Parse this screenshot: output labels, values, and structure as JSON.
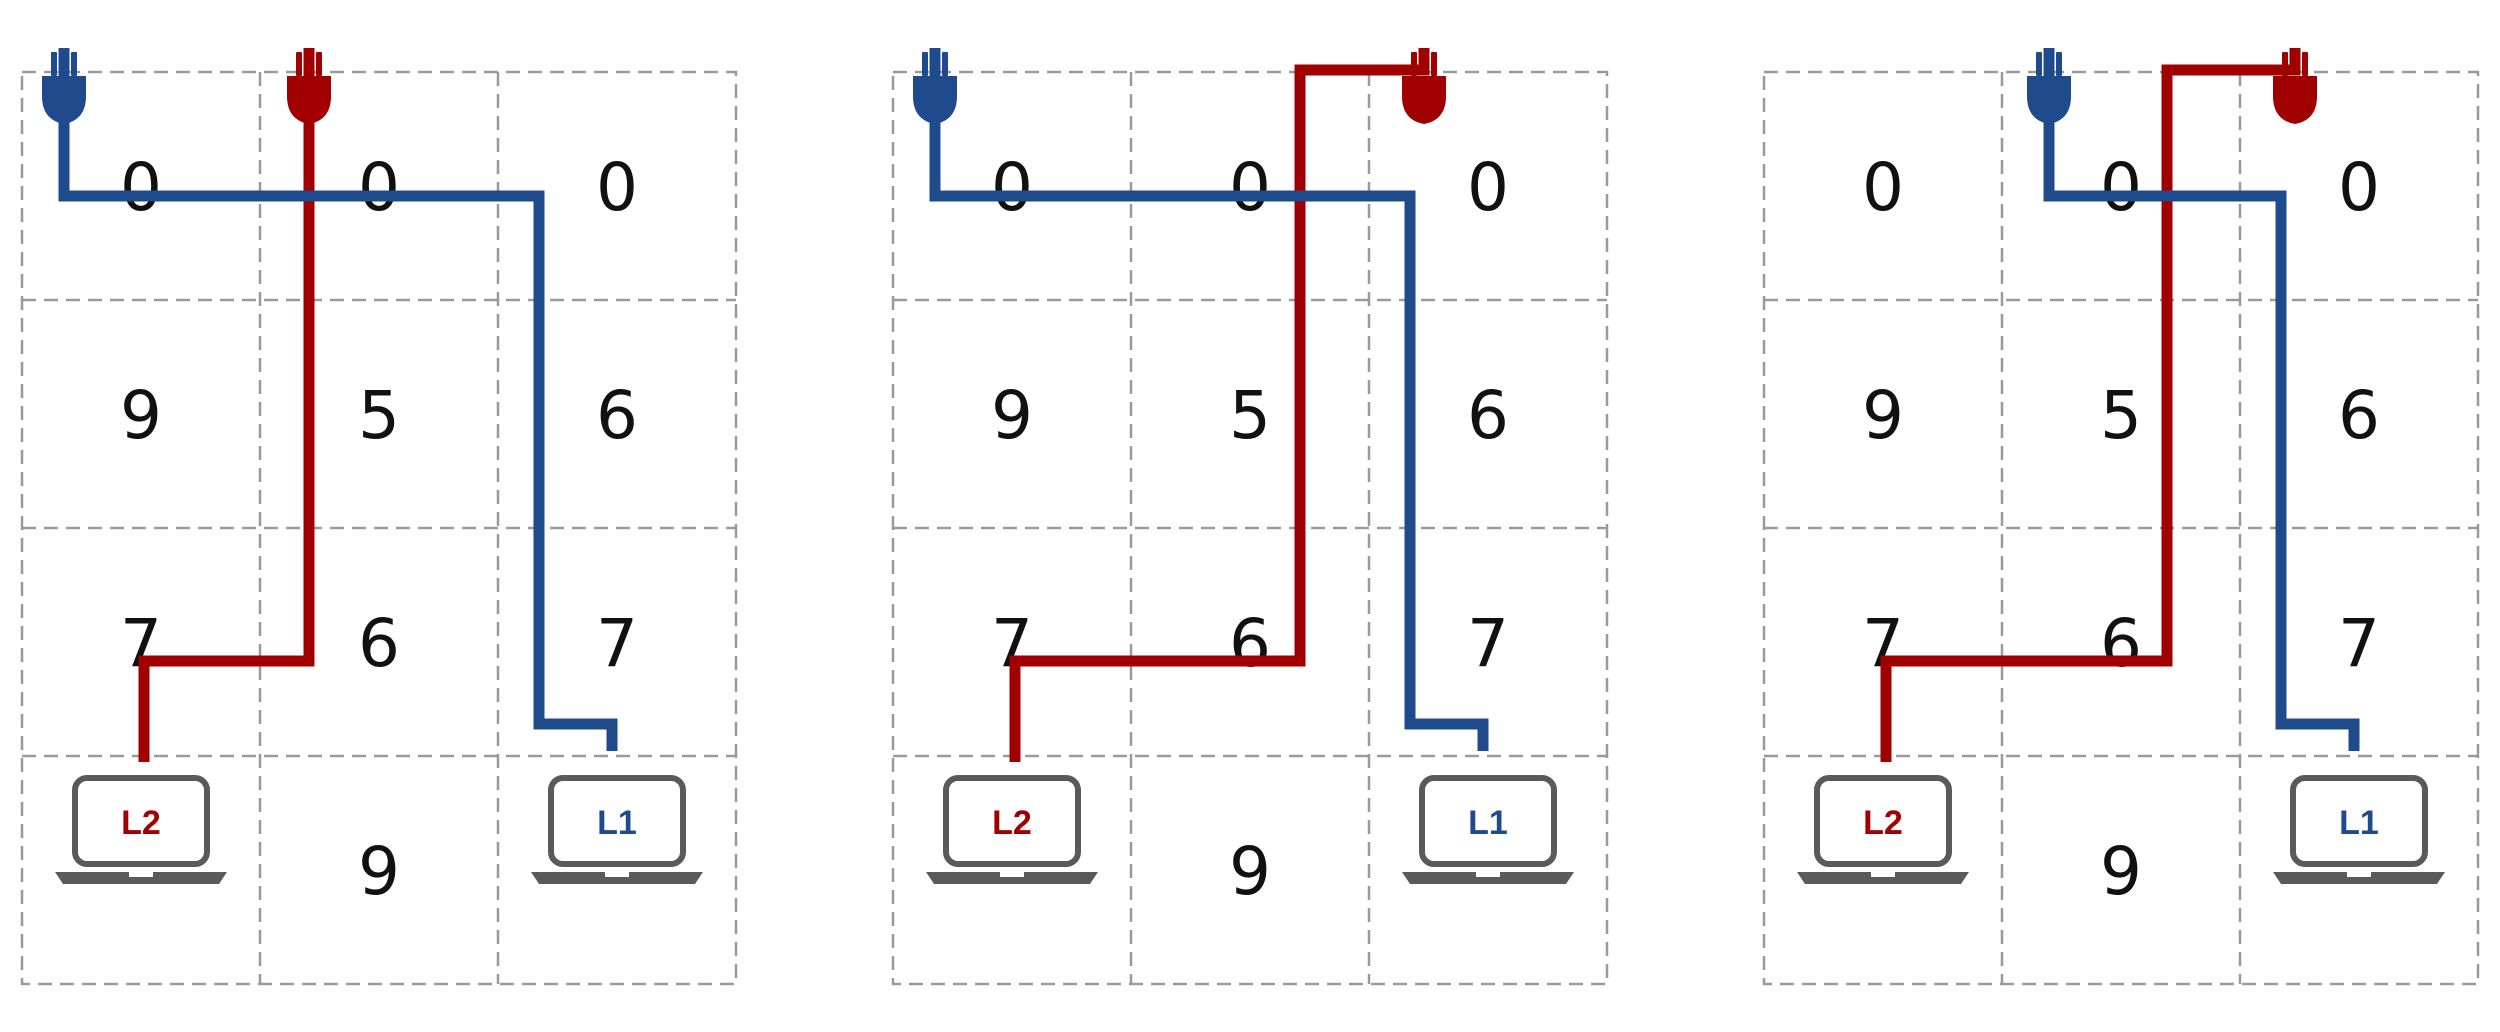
{
  "colors": {
    "blue": "#1f4a8c",
    "red": "#a00000",
    "grid": "#9a9a9a",
    "laptop": "#5a5a5a"
  },
  "panels": [
    {
      "grid": [
        [
          "0",
          "0",
          "0"
        ],
        [
          "9",
          "5",
          "6"
        ],
        [
          "7",
          "6",
          "7"
        ],
        [
          "",
          "9",
          ""
        ]
      ],
      "laptops": [
        {
          "label": "L2",
          "color": "red",
          "col": 0
        },
        {
          "label": "L1",
          "color": "blue",
          "col": 2
        }
      ],
      "plugs": [
        {
          "name": "blue-plug",
          "color": "blue",
          "col": 0
        },
        {
          "name": "red-plug",
          "color": "red",
          "col": 1
        }
      ]
    },
    {
      "grid": [
        [
          "0",
          "0",
          "0"
        ],
        [
          "9",
          "5",
          "6"
        ],
        [
          "7",
          "6",
          "7"
        ],
        [
          "",
          "9",
          ""
        ]
      ],
      "laptops": [
        {
          "label": "L2",
          "color": "red",
          "col": 0
        },
        {
          "label": "L1",
          "color": "blue",
          "col": 2
        }
      ],
      "plugs": [
        {
          "name": "blue-plug",
          "color": "blue",
          "col": 0
        },
        {
          "name": "red-plug",
          "color": "red",
          "col": 2
        }
      ]
    },
    {
      "grid": [
        [
          "0",
          "0",
          "0"
        ],
        [
          "9",
          "5",
          "6"
        ],
        [
          "7",
          "6",
          "7"
        ],
        [
          "",
          "9",
          ""
        ]
      ],
      "laptops": [
        {
          "label": "L2",
          "color": "red",
          "col": 0
        },
        {
          "label": "L1",
          "color": "blue",
          "col": 2
        }
      ],
      "plugs": [
        {
          "name": "blue-plug",
          "color": "blue",
          "col": 1
        },
        {
          "name": "red-plug",
          "color": "red",
          "col": 2
        }
      ]
    }
  ]
}
